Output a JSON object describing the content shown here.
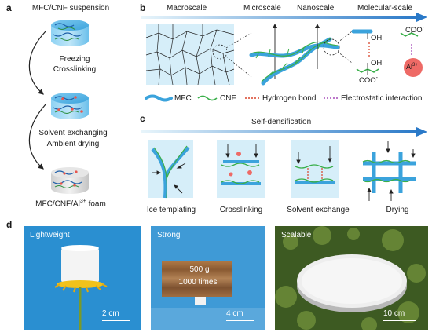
{
  "panel_a": {
    "letter": "a",
    "title": "MFC/CNF suspension",
    "step1_line1": "Freezing",
    "step1_line2": "Crosslinking",
    "step2_line1": "Solvent exchanging",
    "step2_line2": "Ambient drying",
    "final": "MFC/CNF/Al",
    "final_sup": "3+",
    "final_end": " foam"
  },
  "panel_b": {
    "letter": "b",
    "scales": [
      "Macroscale",
      "Microscale",
      "Nanoscale",
      "Molecular-scale"
    ],
    "oh1": "OH",
    "oh2": "OH",
    "coo1": "COO",
    "coo2": "COO",
    "minus": "-",
    "al": "Al",
    "al_sup": "3+",
    "legend": {
      "mfc": "MFC",
      "cnf": "CNF",
      "hbond": "Hydrogen bond",
      "electro": "Electrostatic interaction"
    }
  },
  "panel_c": {
    "letter": "c",
    "title": "Self-densification",
    "steps": [
      "Ice templating",
      "Crosslinking",
      "Solvent exchange",
      "Drying"
    ]
  },
  "panel_d": {
    "letter": "d",
    "photos": [
      {
        "label": "Lightweight",
        "scale": "2 cm"
      },
      {
        "label": "Strong",
        "scale": "4 cm",
        "sign_line1": "500 g",
        "sign_line2": "1000 times"
      },
      {
        "label": "Scalable",
        "scale": "10 cm"
      }
    ]
  },
  "colors": {
    "mfc": "#3ba3dc",
    "cnf": "#3aaf4a",
    "hbond": "#d9452b",
    "electro": "#a64bb8",
    "al": "#ee6a66",
    "light_blue": "#d6eef9",
    "arrow_blue": "#2a79c8"
  }
}
